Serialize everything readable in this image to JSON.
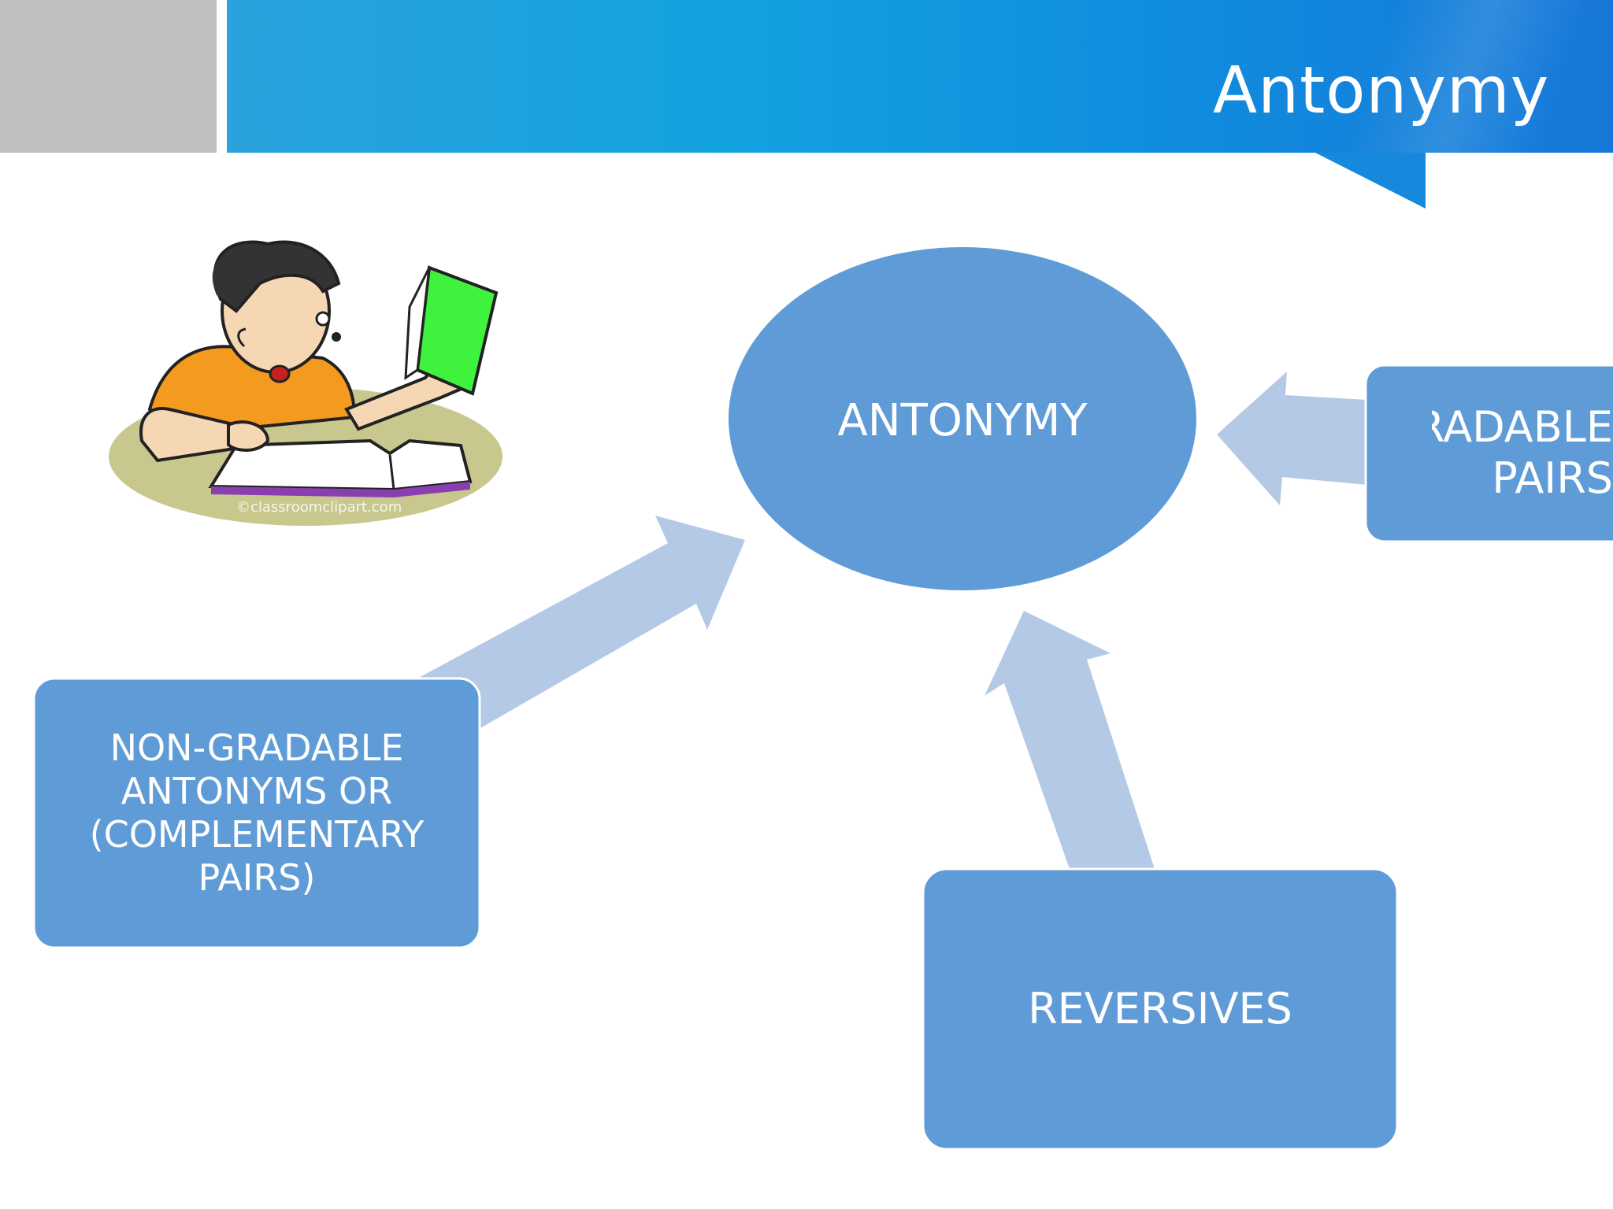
{
  "slide": {
    "title": "Antonymy",
    "colors": {
      "title_band": "#13a3e0",
      "node_fill": "#5f9bd6",
      "arrow_fill": "#b4c9e6",
      "side_block": "#bfbfbf"
    }
  },
  "diagram": {
    "center_node": "ANTONYMY",
    "nodes": {
      "non_gradable": "NON-GRADABLE\nANTONYMS  OR\n(COMPLEMENTARY\nPAIRS)",
      "reversives": "REVERSIVES",
      "gradable": "GRADABLE\nPAIRS"
    }
  },
  "clipart": {
    "icon": "student-reading-icon",
    "credit": "©classroomclipart.com"
  }
}
